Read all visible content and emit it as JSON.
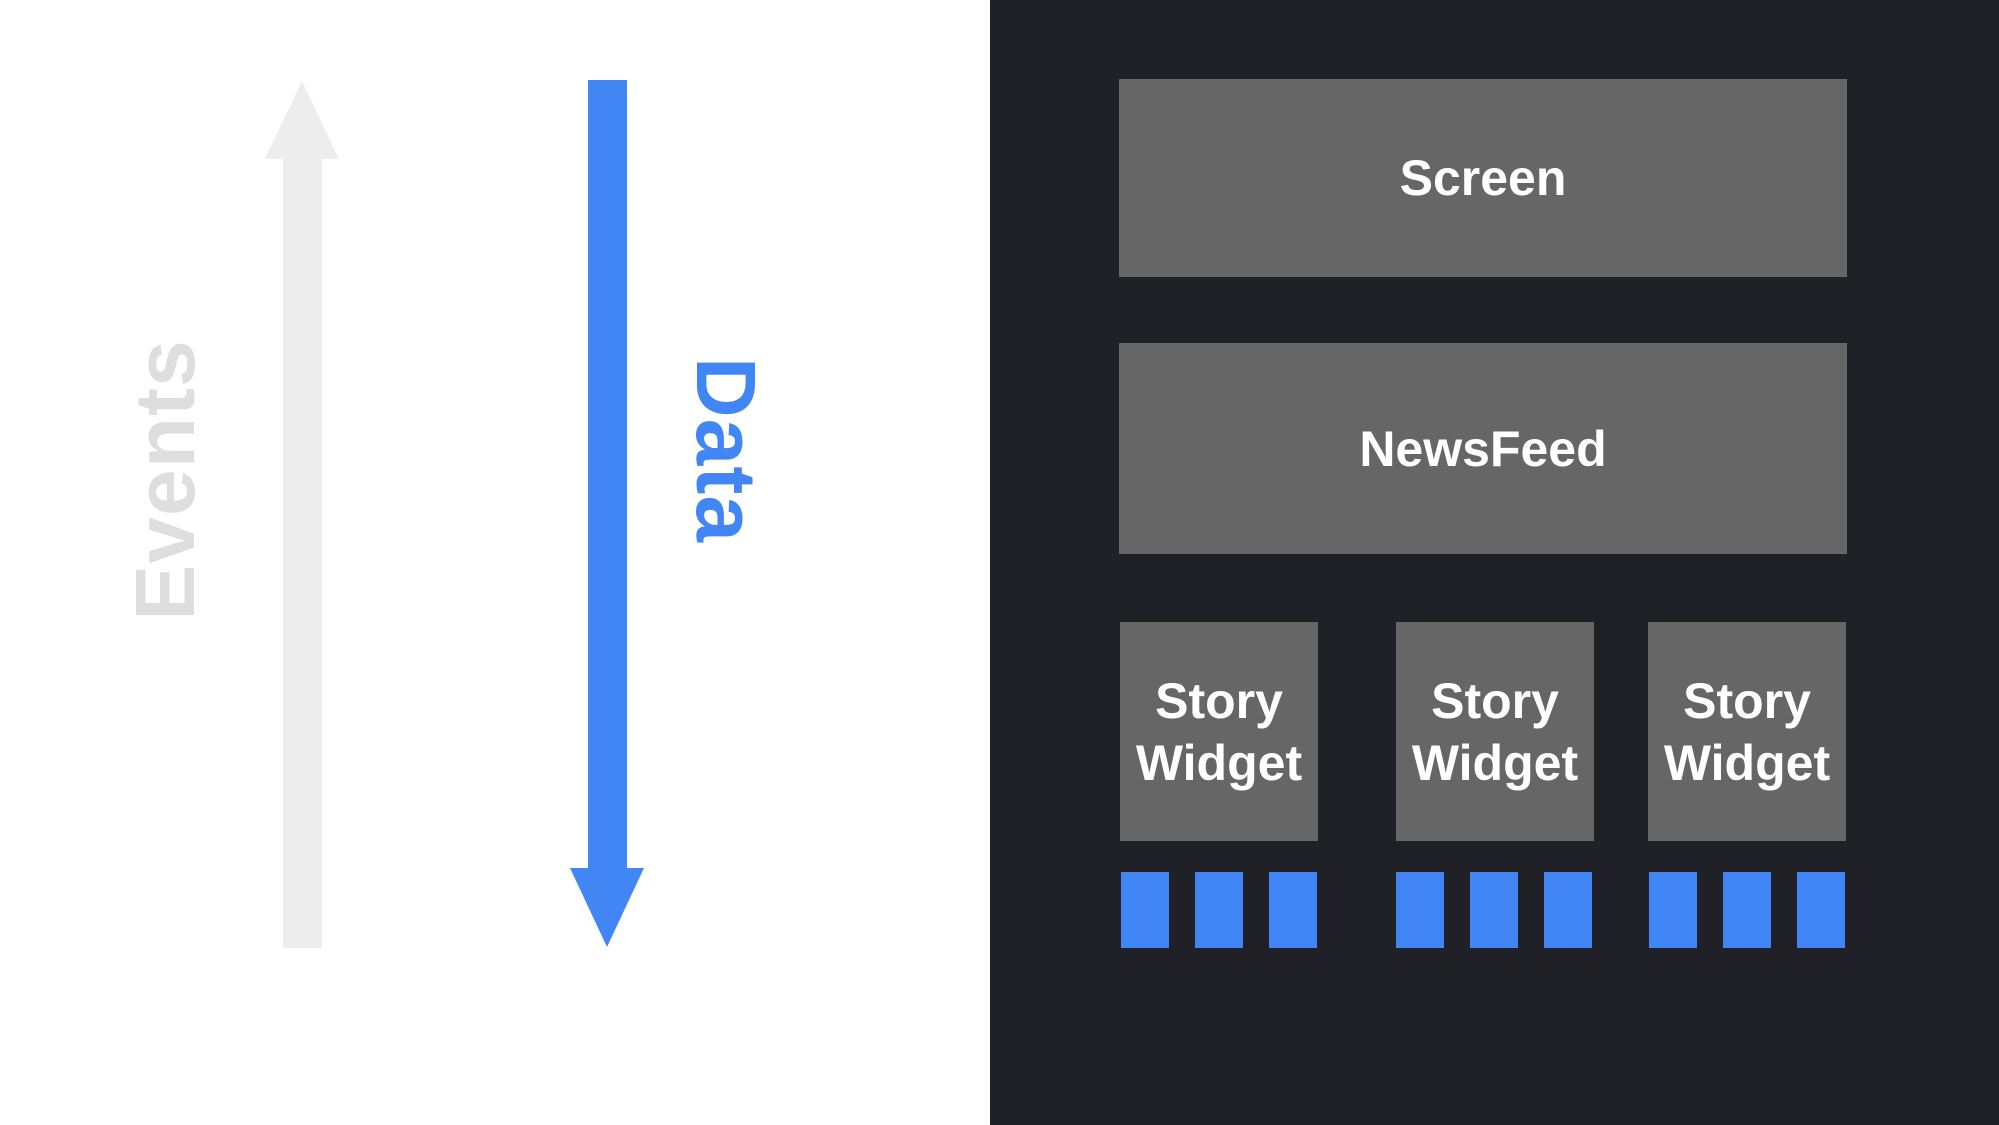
{
  "flow_panel": {
    "events_label": "Events",
    "data_label": "Data",
    "events_arrow_direction": "up",
    "data_arrow_direction": "down"
  },
  "widget_tree": {
    "screen_label": "Screen",
    "newsfeed_label": "NewsFeed",
    "story_widgets": [
      {
        "label": "Story Widget",
        "data_block_count": 3
      },
      {
        "label": "Story Widget",
        "data_block_count": 3
      },
      {
        "label": "Story Widget",
        "data_block_count": 3
      }
    ]
  },
  "colors": {
    "accent_blue": "#4285f4",
    "panel_dark": "#1f2126",
    "box_gray": "#666666",
    "arrow_light_gray": "#ededed",
    "events_text_gray": "#dedede",
    "label_white": "#ffffff"
  }
}
